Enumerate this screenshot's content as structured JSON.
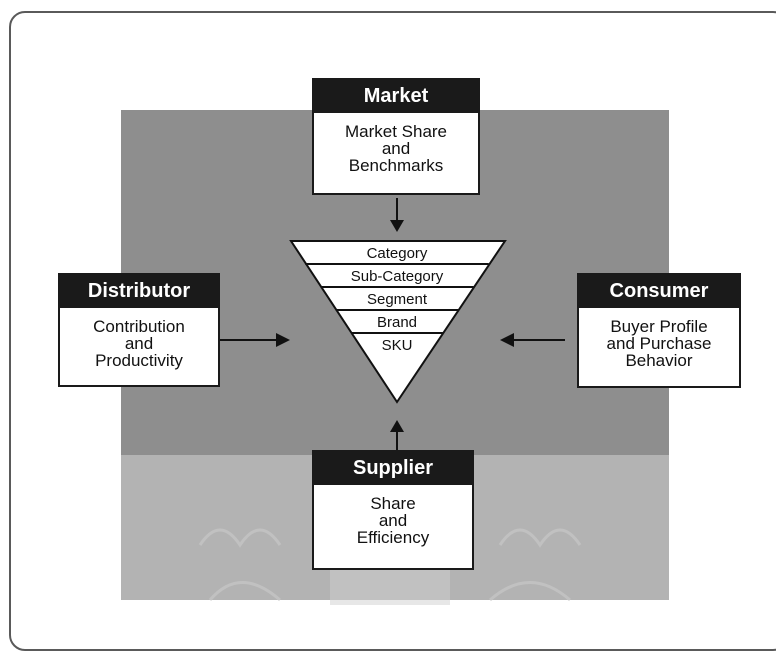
{
  "market": {
    "title": "Market",
    "lines": [
      "Market Share",
      "and",
      "Benchmarks"
    ]
  },
  "distributor": {
    "title": "Distributor",
    "lines": [
      "Contribution",
      "and",
      "Productivity"
    ]
  },
  "consumer": {
    "title": "Consumer",
    "lines": [
      "Buyer Profile",
      "and Purchase",
      "Behavior"
    ]
  },
  "supplier": {
    "title": "Supplier",
    "lines": [
      "Share",
      "and",
      "Efficiency"
    ]
  },
  "hierarchy": [
    "Category",
    "Sub-Category",
    "Segment",
    "Brand",
    "SKU"
  ],
  "colors": {
    "panel_upper": "#8e8e8e",
    "panel_lower": "#b3b3b3",
    "header_fill": "#1a1a1a",
    "frame": "#5a5a5a"
  }
}
